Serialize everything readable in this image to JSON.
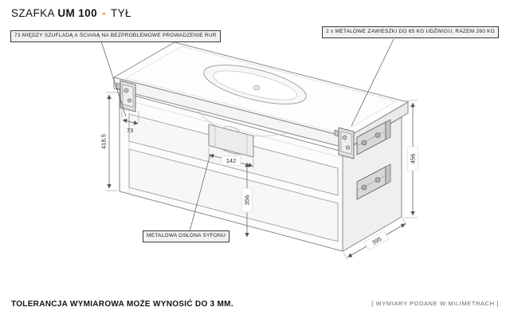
{
  "header": {
    "title_prefix": "SZAFKA",
    "title_model": "UM 100",
    "title_dash": "-",
    "title_suffix": "TYŁ"
  },
  "callouts": {
    "pipe_clearance": "73 MIĘDZY SZUFLADĄ A ŚCIANĄ NA BEZPROBLEMOWE PROWADZENIE RUR",
    "hangers": "2 x METALOWE ZAWIESZKI DO 65 KG UDŹWIGU, RAZEM 260 KG",
    "siphon": "METALOWA OSŁONA SYFONU"
  },
  "dimensions": {
    "left_height": "418.5",
    "wall_gap": "73",
    "siphon_width": "142",
    "siphon_height": "356",
    "right_height": "456",
    "depth": "395"
  },
  "footer": {
    "tolerance": "TOLERANCJA WYMIAROWA MOŻE WYNOSIĆ DO 3 MM.",
    "units": "[ WYMIARY PODANE W MILIMETRACH ]"
  },
  "colors": {
    "accent_dash": "#e87722",
    "drawing_line": "#8a8a8a",
    "metal_fill": "#d8d8d8",
    "callout_bg": "#f1f1f1"
  }
}
